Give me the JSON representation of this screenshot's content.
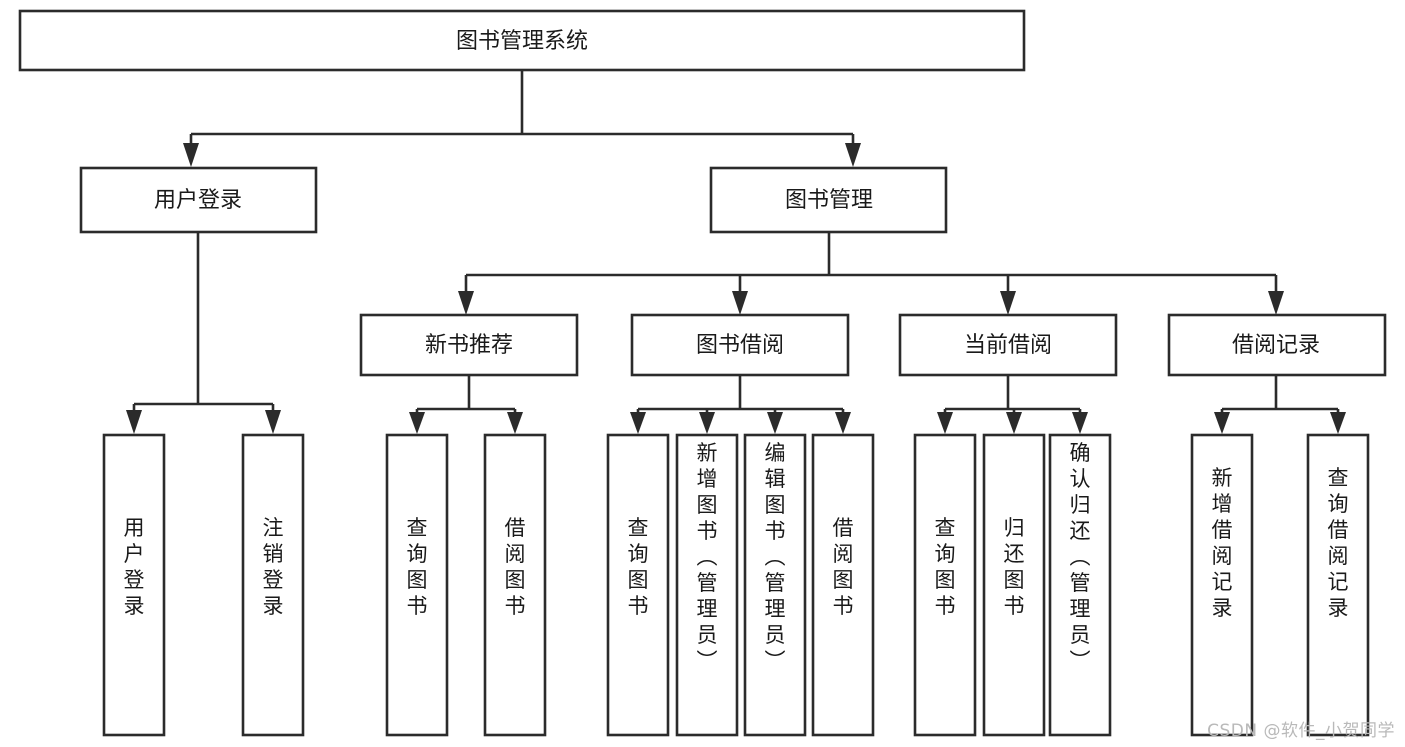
{
  "diagram": {
    "type": "tree-hierarchy",
    "title": "图书管理系统",
    "watermark": "CSDN @软件_小贺同学",
    "root": {
      "label": "图书管理系统",
      "orientation": "horizontal"
    },
    "level1": [
      {
        "label": "用户登录",
        "orientation": "horizontal"
      },
      {
        "label": "图书管理",
        "orientation": "horizontal"
      }
    ],
    "level2": [
      {
        "label": "新书推荐",
        "orientation": "horizontal",
        "parent": "图书管理"
      },
      {
        "label": "图书借阅",
        "orientation": "horizontal",
        "parent": "图书管理"
      },
      {
        "label": "当前借阅",
        "orientation": "horizontal",
        "parent": "图书管理"
      },
      {
        "label": "借阅记录",
        "orientation": "horizontal",
        "parent": "图书管理"
      }
    ],
    "leaves": {
      "user_login": [
        {
          "label": "用户登录",
          "orientation": "vertical"
        },
        {
          "label": "注销登录",
          "orientation": "vertical"
        }
      ],
      "new_book_recommend": [
        {
          "label": "查询图书",
          "orientation": "vertical"
        },
        {
          "label": "借阅图书",
          "orientation": "vertical"
        }
      ],
      "book_borrow": [
        {
          "label": "查询图书",
          "orientation": "vertical"
        },
        {
          "label": "新增图书（管理员）",
          "orientation": "vertical"
        },
        {
          "label": "编辑图书（管理员）",
          "orientation": "vertical"
        },
        {
          "label": "借阅图书",
          "orientation": "vertical"
        }
      ],
      "current_borrow": [
        {
          "label": "查询图书",
          "orientation": "vertical"
        },
        {
          "label": "归还图书",
          "orientation": "vertical"
        },
        {
          "label": "确认归还（管理员）",
          "orientation": "vertical"
        }
      ],
      "borrow_record": [
        {
          "label": "新增借阅记录",
          "orientation": "vertical"
        },
        {
          "label": "查询借阅记录",
          "orientation": "vertical"
        }
      ]
    },
    "colors": {
      "box_stroke": "#2b2b2b",
      "box_fill": "#ffffff",
      "text": "#1a1a1a",
      "background": "#ffffff",
      "watermark": "#b9b9b9"
    }
  }
}
